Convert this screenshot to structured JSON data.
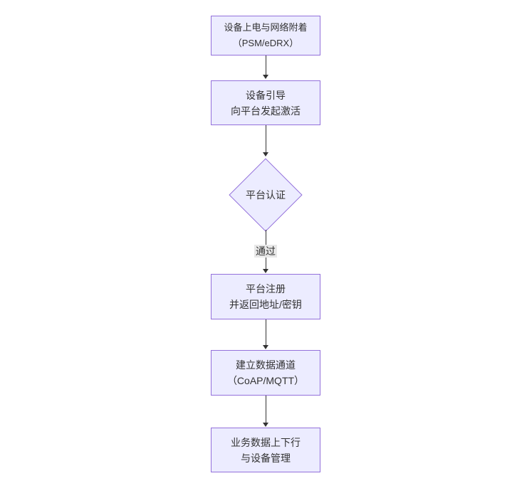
{
  "diagram": {
    "nodes": {
      "power_on": {
        "line1": "设备上电与网络附着",
        "line2": "（PSM/eDRX）"
      },
      "bootstrap": {
        "line1": "设备引导",
        "line2": "向平台发起激活"
      },
      "auth": {
        "label": "平台认证"
      },
      "register": {
        "line1": "平台注册",
        "line2": "并返回地址/密钥"
      },
      "channel": {
        "line1": "建立数据通道",
        "line2": "（CoAP/MQTT）"
      },
      "business": {
        "line1": "业务数据上下行",
        "line2": "与设备管理"
      }
    },
    "edge_labels": {
      "pass": "通过"
    },
    "colors": {
      "node_fill": "#ECECFF",
      "node_border": "#9370DB",
      "text": "#333333",
      "arrow": "#333333",
      "edge_label_bg": "#e8e8e8",
      "background": "#ffffff"
    }
  }
}
